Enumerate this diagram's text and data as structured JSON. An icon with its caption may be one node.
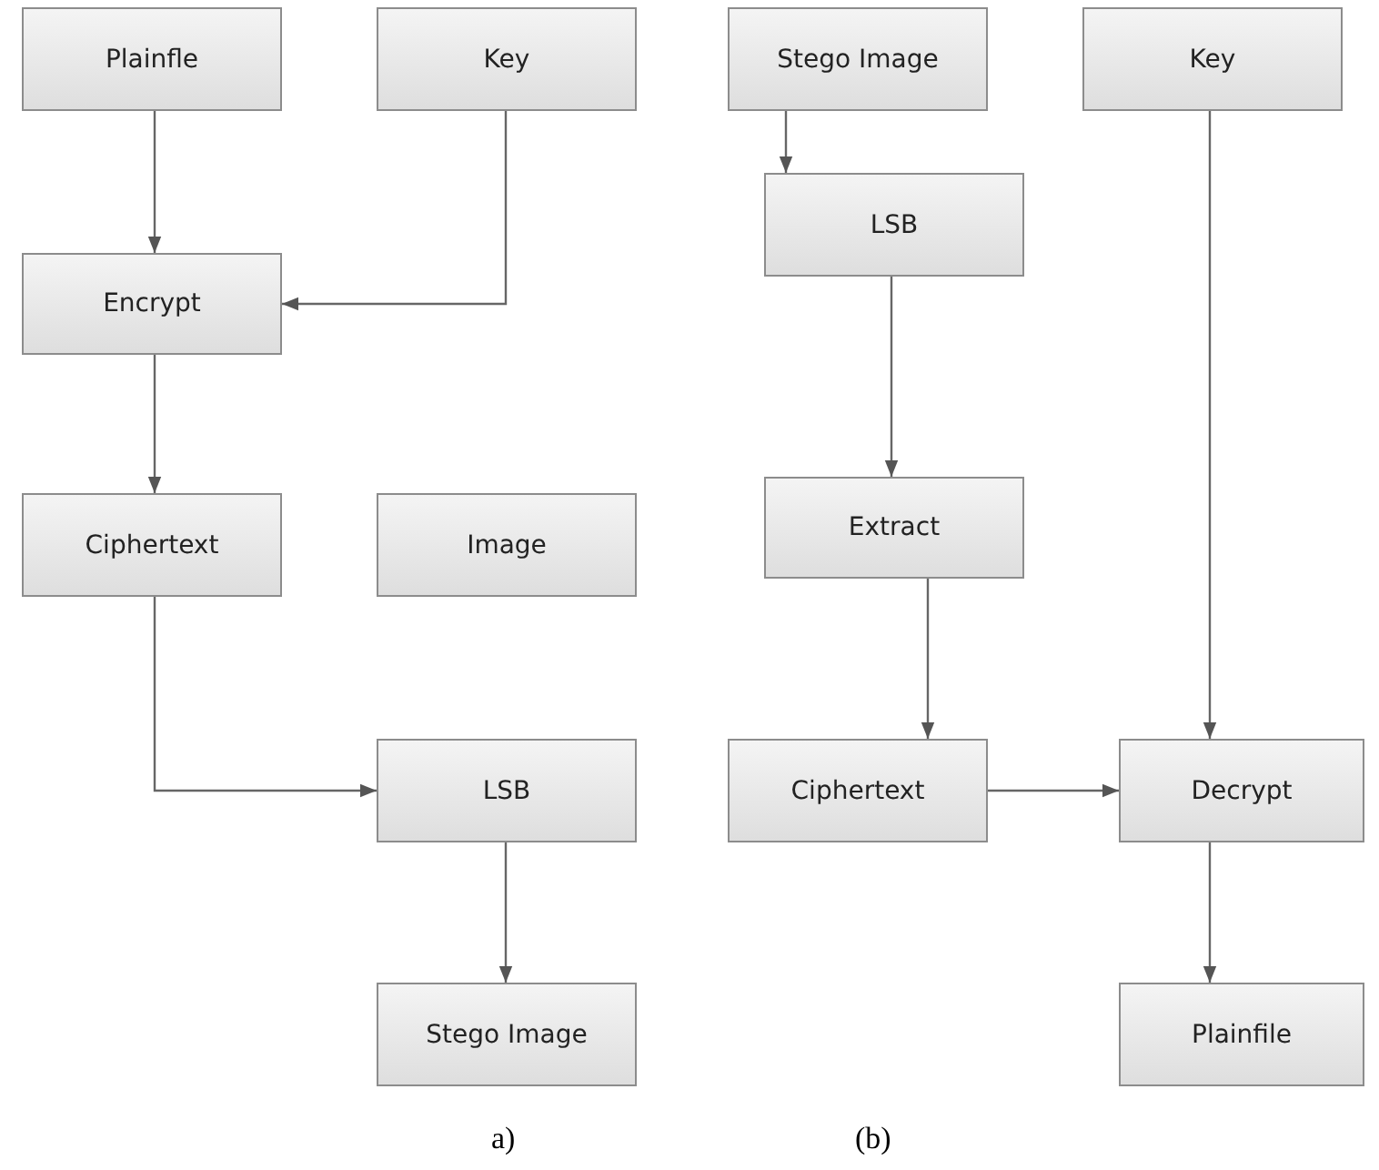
{
  "diagram": {
    "nodes": [
      {
        "text": [
          "Plainfle"
        ]
      },
      {
        "text": [
          "Key"
        ]
      },
      {
        "text": [
          "Encrypt"
        ]
      },
      {
        "text": [
          "Ciphertext"
        ]
      },
      {
        "text": [
          "Image"
        ]
      },
      {
        "text": [
          "LSB"
        ]
      },
      {
        "text": [
          "Stego Image"
        ]
      },
      {
        "text": [
          "Stego Image"
        ]
      },
      {
        "text": [
          "Key"
        ]
      },
      {
        "text": [
          "LSB"
        ]
      },
      {
        "text": [
          "Extract"
        ]
      },
      {
        "text": [
          "Ciphertext"
        ]
      },
      {
        "text": [
          "Decrypt"
        ]
      },
      {
        "text": [
          "Plainfile"
        ]
      }
    ],
    "edges": [
      {
        "from": 0,
        "to": 2,
        "arrow": "to"
      },
      {
        "from": 1,
        "to": 2,
        "arrow": "to"
      },
      {
        "from": 2,
        "to": 3,
        "arrow": "to"
      },
      {
        "from": 3,
        "to": 5,
        "arrow": "to"
      },
      {
        "from": 5,
        "to": 6,
        "arrow": "to"
      },
      {
        "from": 7,
        "to": 9,
        "arrow": "to"
      },
      {
        "from": 8,
        "to": 12,
        "arrow": "to"
      },
      {
        "from": 9,
        "to": 10,
        "arrow": "to"
      },
      {
        "from": 10,
        "to": 11,
        "arrow": "to"
      },
      {
        "from": 11,
        "to": 12,
        "arrow": "to"
      },
      {
        "from": 12,
        "to": 13,
        "arrow": "to"
      }
    ],
    "labels": [
      "a)",
      "(b)"
    ]
  }
}
